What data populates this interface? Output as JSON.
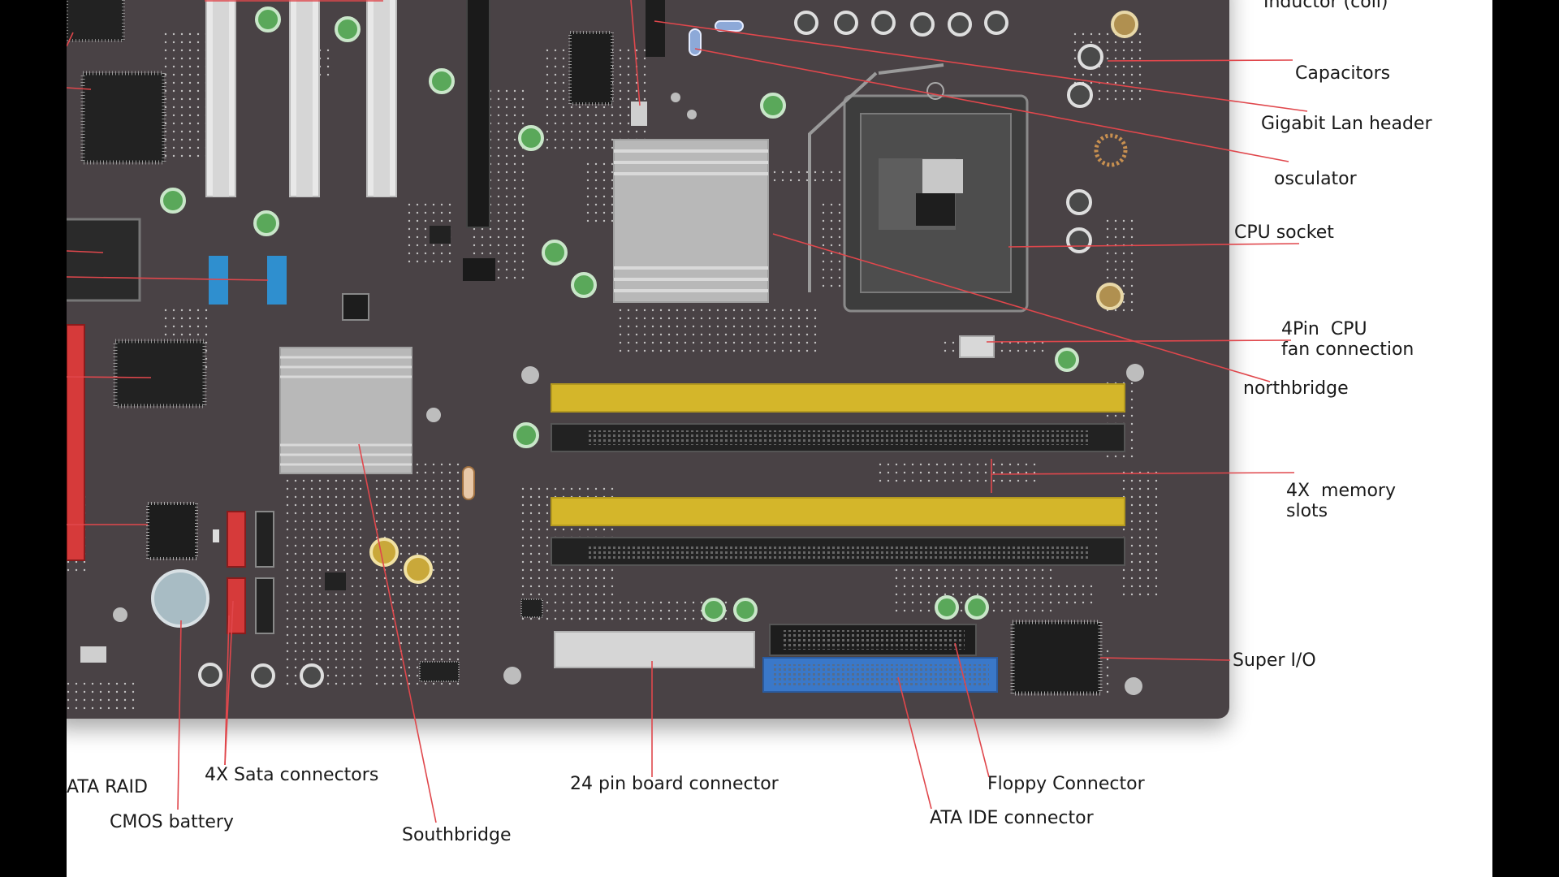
{
  "diagram": {
    "colors": {
      "pcb": "#4a4345",
      "leader_line": "#e0474c",
      "dimm_yellow": "#d4b62a",
      "dimm_black": "#222222",
      "heatsink": "#b8b8b8",
      "ide_blue": "#3a78c9",
      "sata_red": "#d63a3a",
      "header_blue": "#2f8fcf",
      "cap_green": "#5aa85a"
    },
    "labels": {
      "inductor": "Inductor (coil)",
      "capacitors": "Capacitors",
      "gigabit_lan": "Gigabit Lan header",
      "osculator": "osculator",
      "cpu_socket": "CPU socket",
      "fan_connection": "4Pin  CPU\nfan connection",
      "northbridge": "northbridge",
      "memory_slots": "4X  memory\nslots",
      "super_io": "Super I/O",
      "floppy": "Floppy Connector",
      "ata_ide": "ATA IDE connector",
      "pin24": "24 pin board connector",
      "southbridge": "Southbridge",
      "cmos": "CMOS battery",
      "sata": "4X Sata connectors",
      "ata_raid": "ATA RAID"
    }
  }
}
